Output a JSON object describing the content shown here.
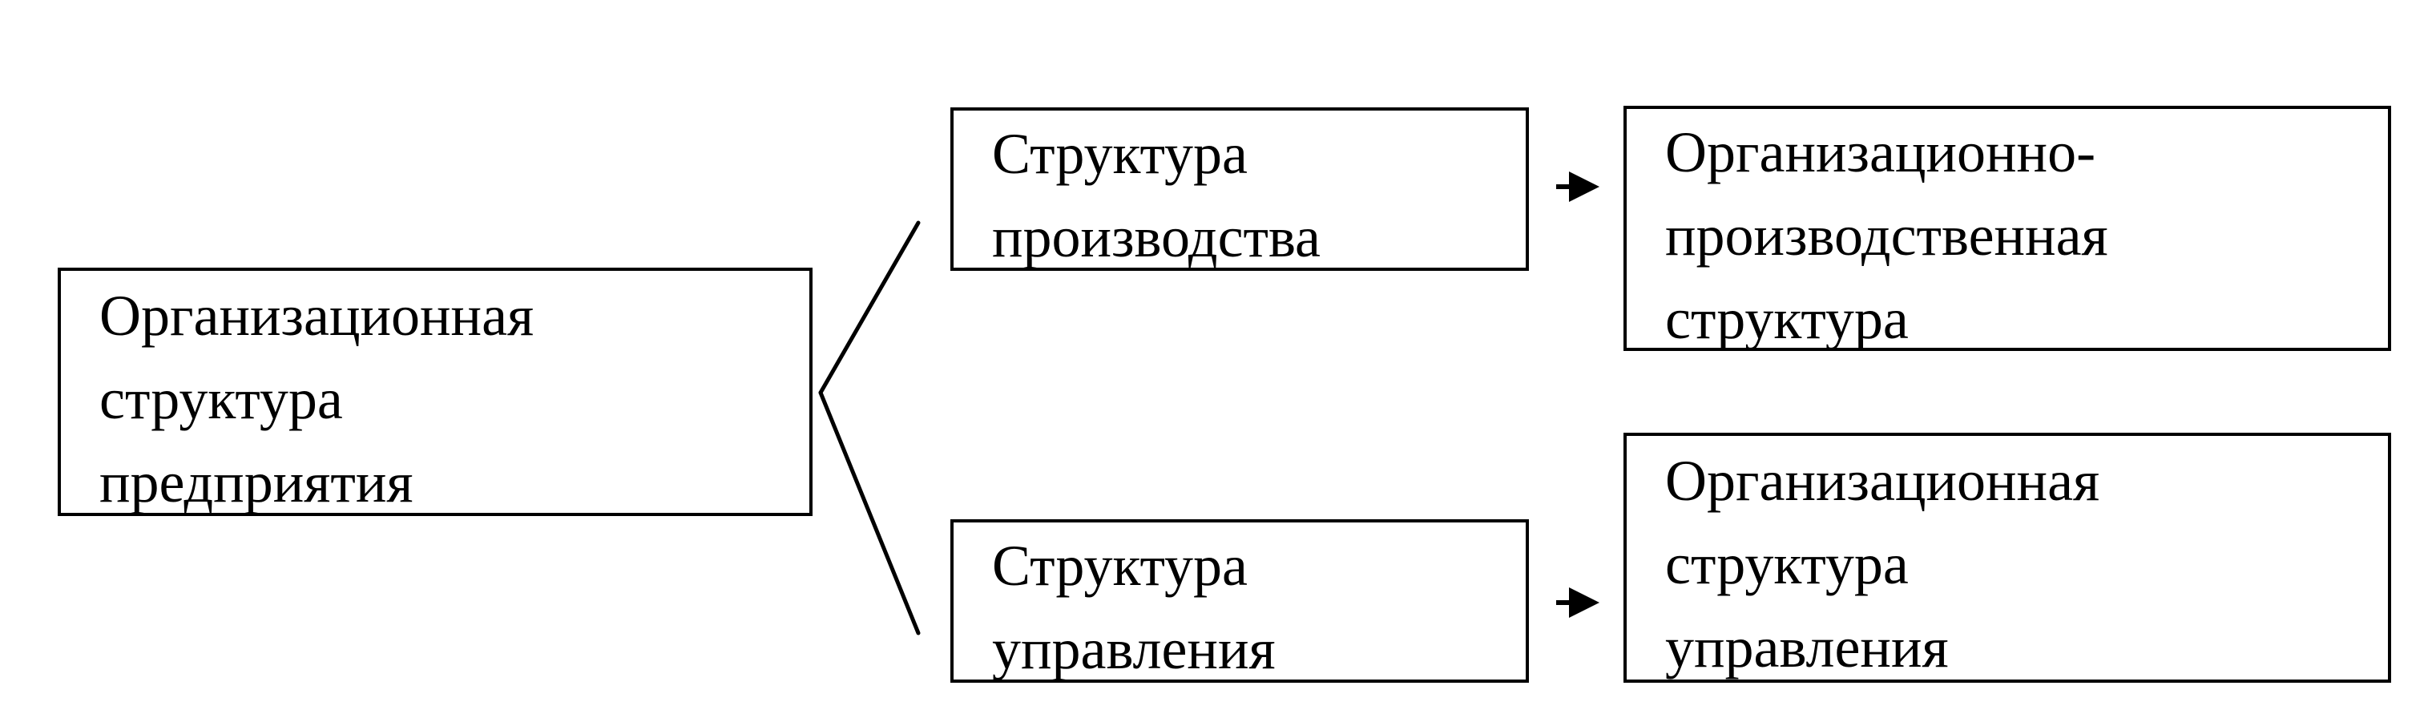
{
  "root": {
    "label": "Организационная\nструктура\nпредприятия"
  },
  "branches": [
    {
      "label": "Структура\nпроизводства",
      "result": "Организационно-\nпроизводственная\nструктура"
    },
    {
      "label": "Структура\nуправления",
      "result": "Организационная\nструктура\nуправления"
    }
  ],
  "colors": {
    "line": "#000000",
    "box_border": "#000000",
    "background": "#ffffff"
  }
}
